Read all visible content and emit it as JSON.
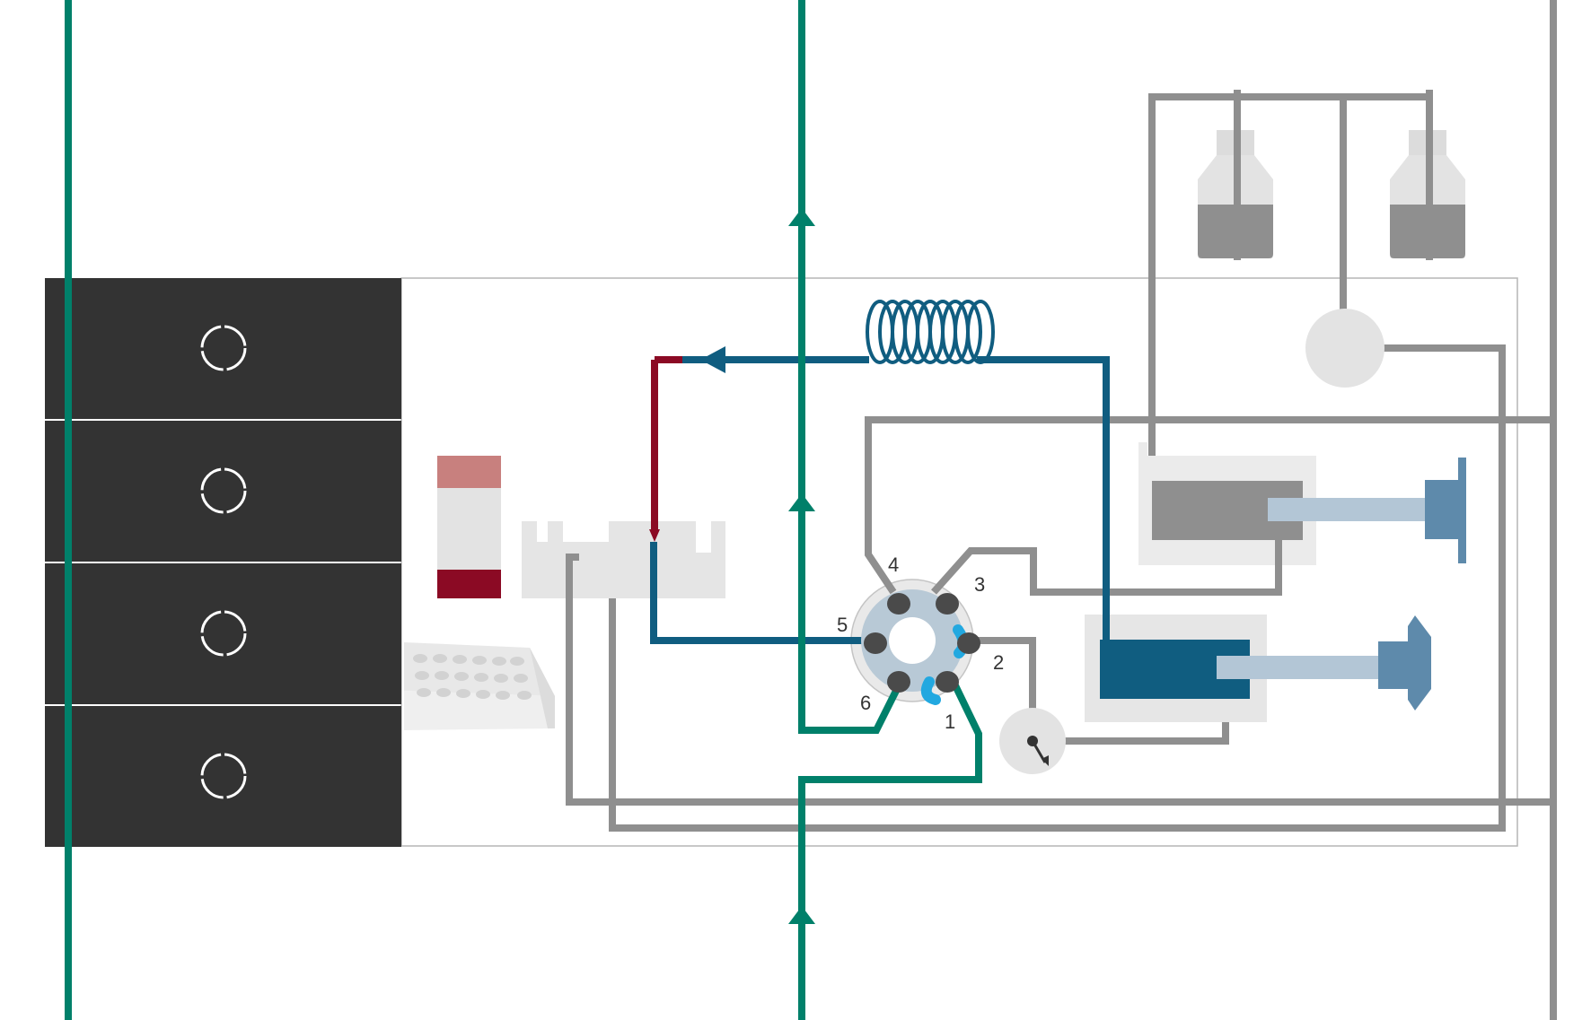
{
  "colors": {
    "green": "#00806a",
    "blue": "#105d80",
    "red": "#8b0a24",
    "pink": "#c8807e",
    "gray_line": "#8f8f8f",
    "light_gray": "#e3e3e3",
    "dark_panel": "#333333",
    "cyan": "#22a8e0",
    "plunger": "#b3c6d6",
    "plunger_head": "#5e8aab"
  },
  "valve": {
    "ports": [
      {
        "label": "1"
      },
      {
        "label": "2"
      },
      {
        "label": "3"
      },
      {
        "label": "4"
      },
      {
        "label": "5"
      },
      {
        "label": "6"
      }
    ]
  },
  "autosampler": {
    "drawers": [
      {
        "icon": "circle-icon"
      },
      {
        "icon": "circle-icon"
      },
      {
        "icon": "circle-icon"
      },
      {
        "icon": "circle-icon"
      }
    ]
  }
}
